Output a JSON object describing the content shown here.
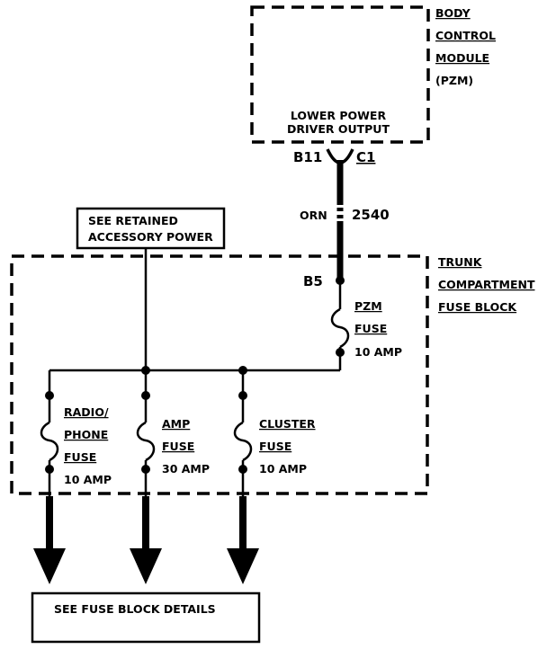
{
  "bcm": {
    "title_lines": [
      "BODY",
      "CONTROL",
      "MODULE",
      "(PZM)"
    ],
    "output_lines": [
      "LOWER POWER",
      "DRIVER OUTPUT"
    ]
  },
  "terminal_b11": "B11",
  "connector_c1": "C1",
  "wire": {
    "color": "ORN",
    "circuit": "2540"
  },
  "retained_box_lines": [
    "SEE RETAINED",
    "ACCESSORY POWER"
  ],
  "fuse_block": {
    "title_lines": [
      "TRUNK",
      "COMPARTMENT",
      "FUSE BLOCK"
    ],
    "terminal_b5": "B5"
  },
  "fuses": {
    "pzm": {
      "name": "PZM",
      "word": "FUSE",
      "rating": "10 AMP"
    },
    "radio_phone": {
      "name_lines": [
        "RADIO/",
        "PHONE"
      ],
      "word": "FUSE",
      "rating": "10 AMP"
    },
    "amp": {
      "name": "AMP",
      "word": "FUSE",
      "rating": "30 AMP"
    },
    "cluster": {
      "name": "CLUSTER",
      "word": "FUSE",
      "rating": "10 AMP"
    }
  },
  "fuse_details_box": "SEE FUSE BLOCK DETAILS"
}
